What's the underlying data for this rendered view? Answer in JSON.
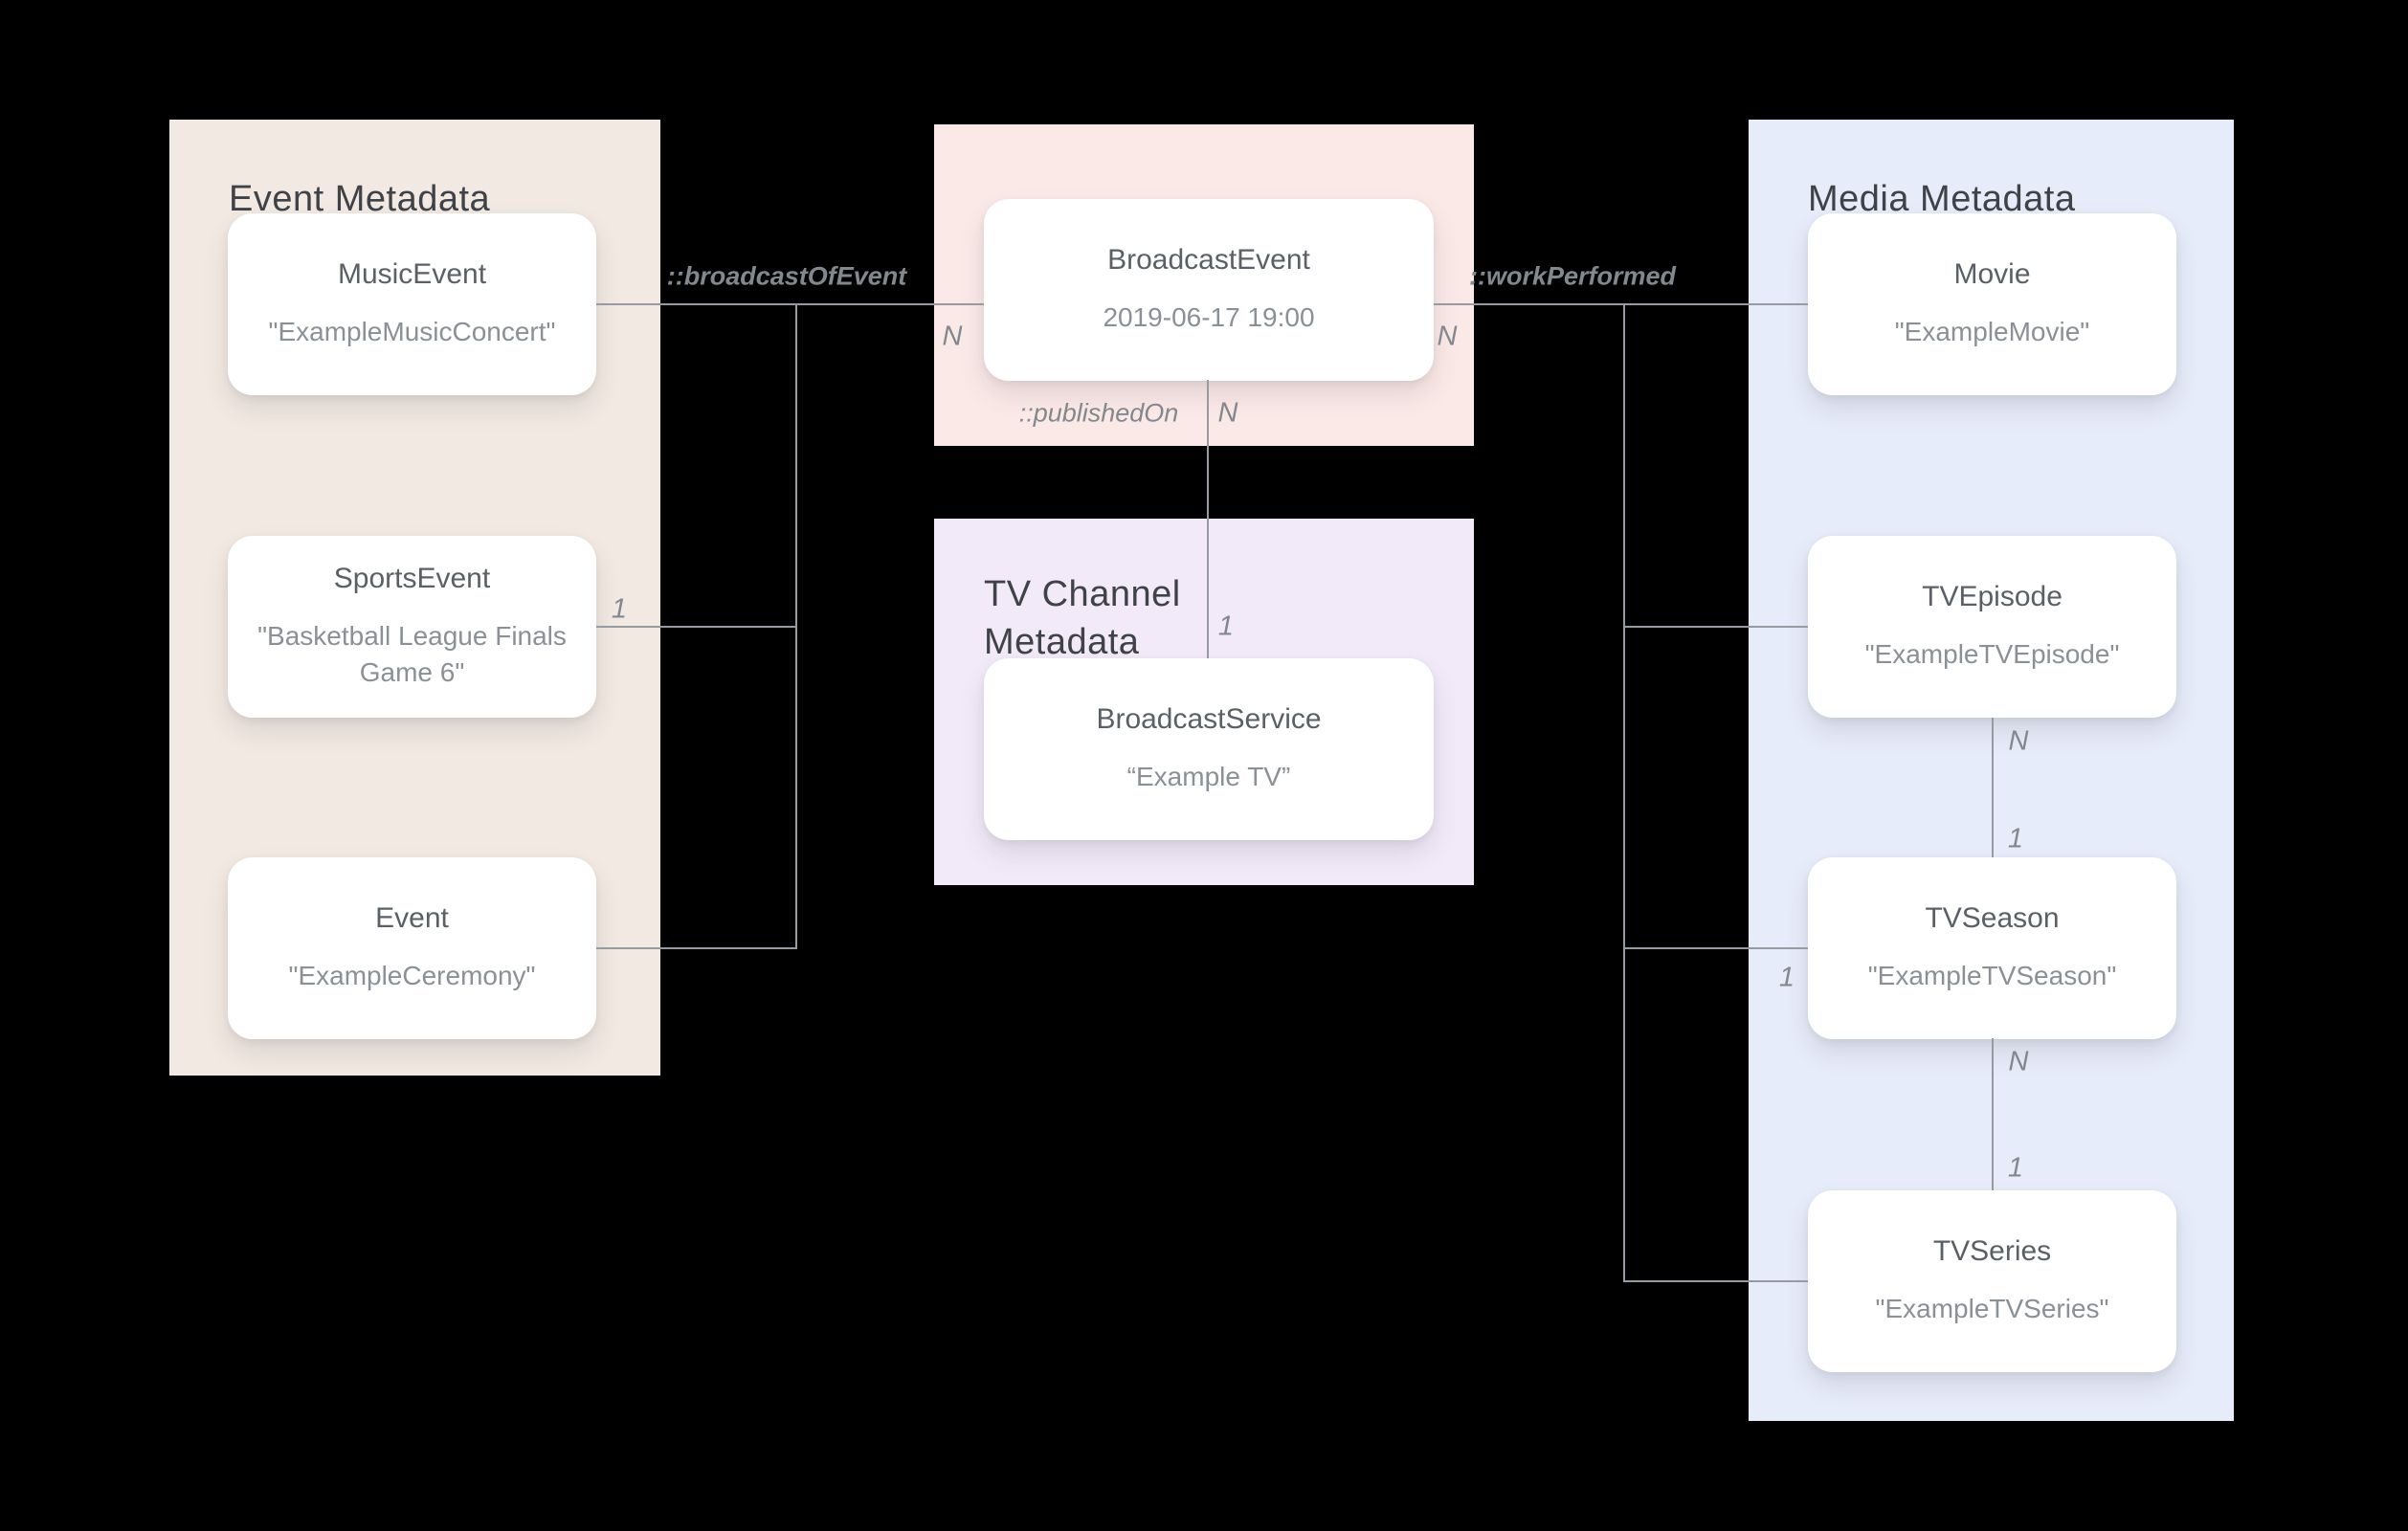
{
  "colors": {
    "background": "#000000",
    "event_panel": "#F2E9E2",
    "broadcast_panel": "#FBE9E7",
    "tv_channel_panel": "#F2EAF9",
    "media_panel": "#E7ECFA",
    "node_bg": "#FFFFFF",
    "title_text": "#3F4348",
    "node_title_text": "#5B6066",
    "node_value_text": "#8A9096",
    "line": "#969BA1",
    "label_text": "#82888E"
  },
  "panels": {
    "event": {
      "title": "Event Metadata",
      "nodes": {
        "musicEvent": {
          "title": "MusicEvent",
          "value": "\"ExampleMusicConcert\""
        },
        "sportsEvent": {
          "title": "SportsEvent",
          "value": "\"Basketball League Finals Game 6\""
        },
        "event": {
          "title": "Event",
          "value": "\"ExampleCeremony\""
        }
      }
    },
    "broadcast": {
      "nodes": {
        "broadcastEvent": {
          "title": "BroadcastEvent",
          "value": "2019-06-17 19:00"
        }
      }
    },
    "tvChannel": {
      "title": "TV Channel Metadata",
      "nodes": {
        "broadcastService": {
          "title": "BroadcastService",
          "value": "“Example TV”"
        }
      }
    },
    "media": {
      "title": "Media Metadata",
      "nodes": {
        "movie": {
          "title": "Movie",
          "value": "\"ExampleMovie\""
        },
        "tvEpisode": {
          "title": "TVEpisode",
          "value": "\"ExampleTVEpisode\""
        },
        "tvSeason": {
          "title": "TVSeason",
          "value": "\"ExampleTVSeason\""
        },
        "tvSeries": {
          "title": "TVSeries",
          "value": "\"ExampleTVSeries\""
        }
      }
    }
  },
  "edges": {
    "broadcastOfEvent": {
      "label": "::broadcastOfEvent"
    },
    "workPerformed": {
      "label": "::workPerformed"
    },
    "publishedOn": {
      "label": "::publishedOn"
    }
  },
  "cardinalities": {
    "broadcast_left_n": "N",
    "work_right_n": "N",
    "published_n": "N",
    "published_1": "1",
    "sports_1": "1",
    "season_left_1": "1",
    "episode_n": "N",
    "episode_1": "1",
    "season_n": "N",
    "series_1": "1"
  }
}
